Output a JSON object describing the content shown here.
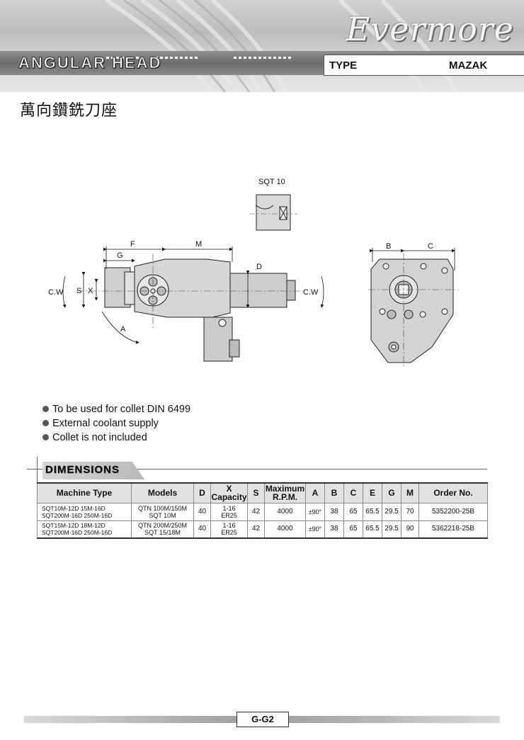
{
  "header": {
    "brand": "Evermore",
    "section_title": "ANGULAR HEAD",
    "type_label": "TYPE",
    "type_value": "MAZAK"
  },
  "product_title_cn": "萬向鑽銑刀座",
  "drawing": {
    "labels": {
      "top_view": "SQT  10",
      "f": "F",
      "m": "M",
      "g": "G",
      "d": "D",
      "s": "S",
      "x": "X",
      "a": "A",
      "cw_left": "C.W",
      "cw_right": "C.W",
      "b": "B",
      "c": "C"
    }
  },
  "notes": [
    "To be used for collet DIN 6499",
    "External coolant supply",
    "Collet is not included"
  ],
  "dimensions": {
    "title": "DIMENSIONS",
    "columns": {
      "machine_type": "Machine Type",
      "models": "Models",
      "d": "D",
      "x_top": "X",
      "x_bottom": "Capacity",
      "s": "S",
      "rpm_top": "Maximum",
      "rpm_bottom": "R.P.M.",
      "a": "A",
      "b": "B",
      "c": "C",
      "e": "E",
      "g": "G",
      "m": "M",
      "order": "Order No."
    },
    "rows": [
      {
        "machine_1": "SQT10M-12D  15M-16D",
        "machine_2": "SQT200M-16D  250M-16D",
        "model_1": "QTN 100M/150M",
        "model_2": "SQT 10M",
        "d": "40",
        "x_1": "1-16",
        "x_2": "ER25",
        "s": "42",
        "rpm": "4000",
        "a": "±90°",
        "b": "38",
        "c": "65",
        "e": "65.5",
        "g": "29.5",
        "m": "70",
        "order": "5352200-25B"
      },
      {
        "machine_1": "SQT15M-12D  18M-12D",
        "machine_2": "SQT200M-16D  250M-16D",
        "model_1": "QTN 200M/250M",
        "model_2": "SQT 15/18M",
        "d": "40",
        "x_1": "1-16",
        "x_2": "ER25",
        "s": "42",
        "rpm": "4000",
        "a": "±90°",
        "b": "38",
        "c": "65",
        "e": "65.5",
        "g": "29.5",
        "m": "90",
        "order": "5362218-25B"
      }
    ]
  },
  "footer": {
    "page": "G-G2"
  }
}
